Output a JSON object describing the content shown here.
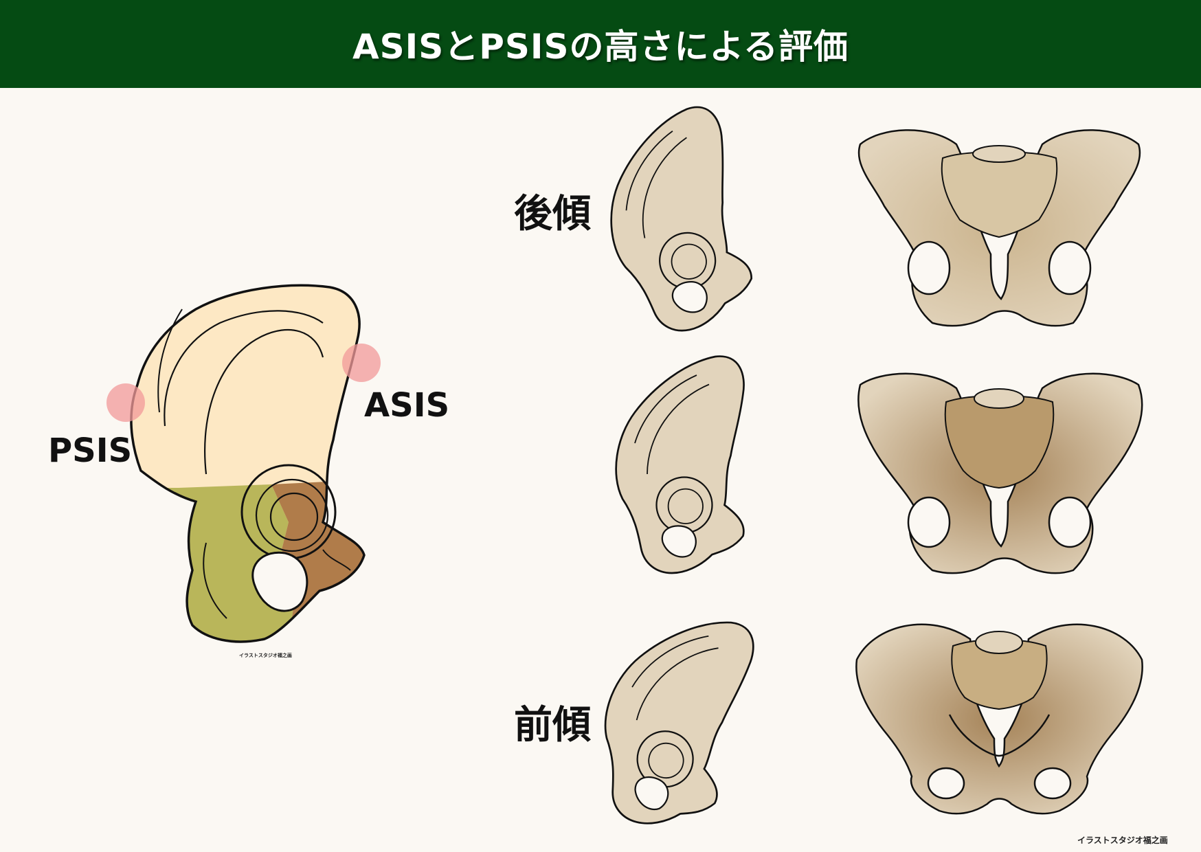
{
  "header": {
    "title": "ASISとPSISの高さによる評価"
  },
  "labels": {
    "psis": "PSIS",
    "asis": "ASIS",
    "posterior_tilt": "後傾",
    "anterior_tilt": "前傾"
  },
  "credits": {
    "small": "イラストスタジオ福之画",
    "main": "イラストスタジオ福之画"
  },
  "colors": {
    "header_bg": "#054b13",
    "ilium": "#fde8c4",
    "pubis": "#b9b65a",
    "ischium": "#b07c4a",
    "landmark": "#f29a9a",
    "bone": "#e2d4bc",
    "bone_shade": "#a58358"
  },
  "icons": [
    "hip-bone-icon",
    "pelvis-front-icon",
    "landmark-marker-icon"
  ]
}
